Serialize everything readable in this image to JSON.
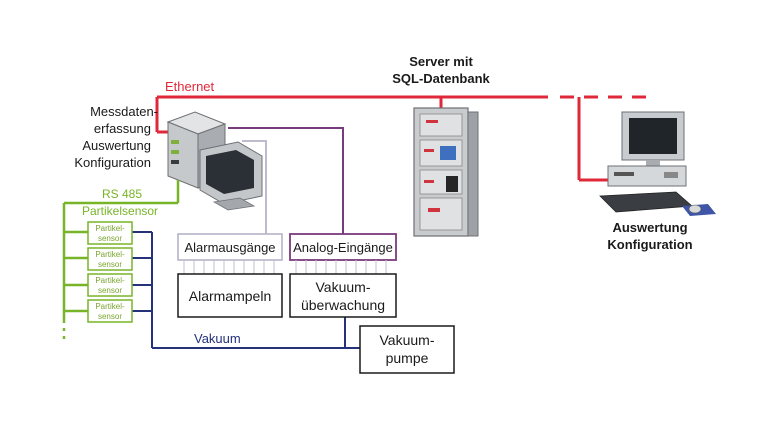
{
  "network": {
    "ethernet_label": "Ethernet",
    "rs485_label": "RS 485",
    "partikelsensor_label": "Partikelsensor",
    "vakuum_label": "Vakuum"
  },
  "nodes": {
    "messdaten_lines": [
      "Messdaten-",
      "erfassung",
      "Auswertung",
      "Konfiguration"
    ],
    "server_lines": [
      "Server mit",
      "SQL-Datenbank"
    ],
    "client_lines": [
      "Auswertung",
      "Konfiguration"
    ],
    "sensor_lines": [
      "Partikel-",
      "sensor"
    ],
    "sensor_count": 4,
    "alarmausgaenge": "Alarmausgänge",
    "analog_eingaenge": "Analog-Eingänge",
    "alarmampeln": "Alarmampeln",
    "vakuum_ueberwachung_lines": [
      "Vakuum-",
      "überwachung"
    ],
    "vakuumpumpe_lines": [
      "Vakuum-",
      "pumpe"
    ]
  },
  "colors": {
    "ethernet": "#e0283a",
    "rs485": "#78b428",
    "vakuum": "#25327a",
    "alarm": "#b4b4c8",
    "analog": "#7a3b7e",
    "text_dark": "#1a1a1a",
    "sensor_text": "#7aa52e"
  }
}
